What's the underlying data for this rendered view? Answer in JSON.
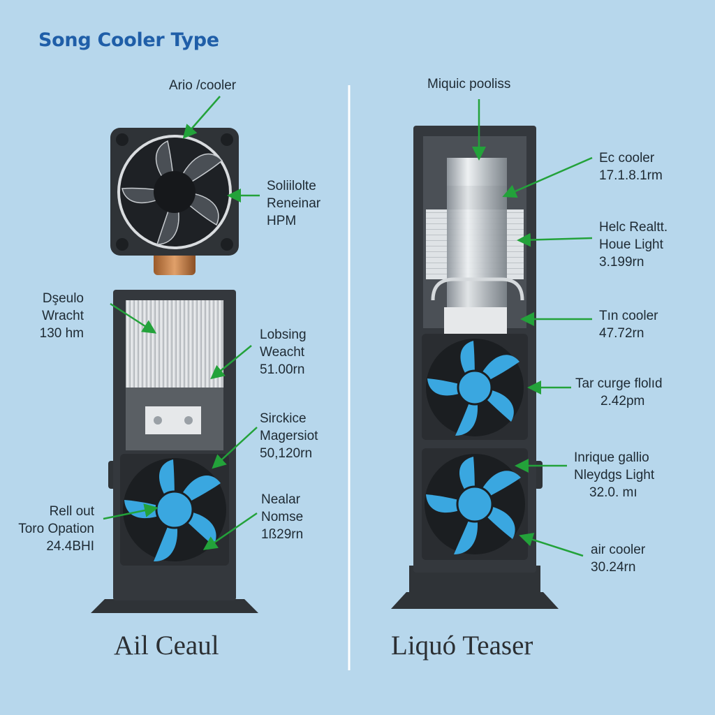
{
  "title": "Song Cooler Type",
  "left": {
    "top_label": "Ario /cooler",
    "labels": [
      {
        "lines": [
          "Soliilolte",
          "Reneinar",
          "HPM"
        ]
      },
      {
        "lines": [
          "Dşeulo",
          "Wracht",
          "130 hm"
        ]
      },
      {
        "lines": [
          "Lobsing",
          "Weacht",
          "51.00rn"
        ]
      },
      {
        "lines": [
          "Sirckice",
          "Magersiot",
          "50,120rn"
        ]
      },
      {
        "lines": [
          "Rell out",
          "Toro Opation",
          "24.4BHI"
        ]
      },
      {
        "lines": [
          "Nealar",
          "Nomse",
          "1ß29rn"
        ]
      }
    ],
    "caption": "Ail Ceaul"
  },
  "right": {
    "top_label": "Miquic pooliss",
    "labels": [
      {
        "lines": [
          "Ec cooler",
          "17.1.8.1rm"
        ]
      },
      {
        "lines": [
          "Helc Realtt.",
          "Houe Light",
          "3.199rn"
        ]
      },
      {
        "lines": [
          "Tın cooler",
          "47.72rn"
        ]
      },
      {
        "lines": [
          "Tar curge flolıd",
          "2.42pm"
        ]
      },
      {
        "lines": [
          "Inrique gallio",
          "Nleydgs Light",
          "32.0. mı"
        ]
      },
      {
        "lines": [
          "air cooler",
          "30.24rn"
        ]
      }
    ],
    "caption": "Liquó Teaser"
  },
  "colors": {
    "background": "#b7d7ec",
    "title": "#1f5ea8",
    "arrow": "#23a23a",
    "fan_blade": "#3aa7e0",
    "frame": "#2f3337"
  }
}
